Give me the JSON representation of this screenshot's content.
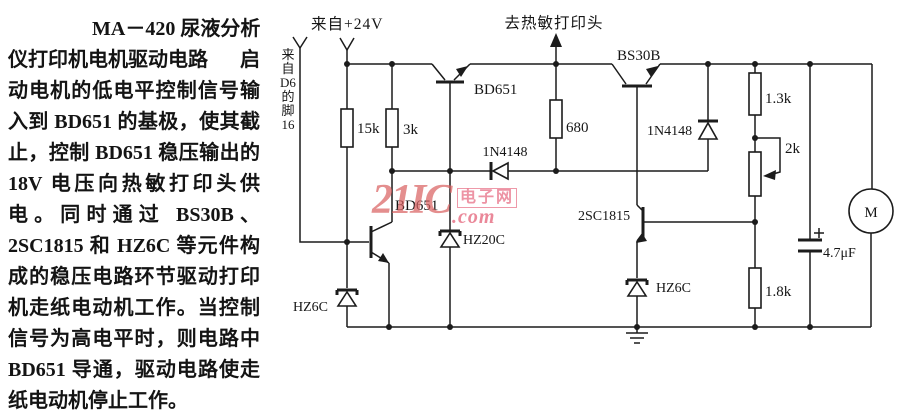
{
  "panel": {
    "title_line1": "MA－420 尿液分析",
    "title_line2": "仪打印机电机驱动电路",
    "intro_tail": "启",
    "lines": [
      "动电机的低电平控制信号输",
      "入到 BD651 的基极，使其截",
      "止，控制 BD651 稳压输出的",
      "18V 电压向热敏打印头供",
      "电。同时通过 BS30B、",
      "2SC1815 和 HZ6C 等元件构",
      "成的稳压电路环节驱动打印",
      "机走纸电动机工作。当控制",
      "信号为高电平时，则电路中",
      "BD651 导通，驱动电路使走",
      "纸电动机停止工作。"
    ]
  },
  "circuit": {
    "inputs": {
      "from_24v": "来自+24V",
      "to_printhead": "去热敏打印头",
      "from_d6_parts": [
        "来",
        "自",
        "D6",
        "的",
        "脚",
        "16"
      ]
    },
    "transistors": {
      "q1": "BD651",
      "q2": "BD651",
      "q3": "BS30B",
      "q4": "2SC1815"
    },
    "diodes": {
      "d1": "1N4148",
      "d2": "1N4148",
      "z1": "HZ20C",
      "z2": "HZ6C",
      "z3": "HZ6C"
    },
    "resistors": {
      "r1": "15k",
      "r2": "3k",
      "r3": "680",
      "r4": "1.3k",
      "r5": "2k",
      "r6": "1.8k"
    },
    "capacitor": "4.7μF",
    "motor": "M"
  },
  "watermark": {
    "brand": "21IC",
    "domain": ".com",
    "site_cn": "电子网"
  }
}
